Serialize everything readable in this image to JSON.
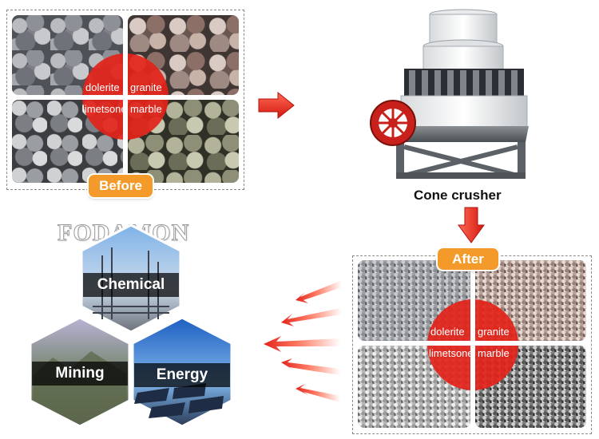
{
  "before": {
    "badge": "Before",
    "labels": {
      "top_left": "dolerite",
      "top_right": "granite",
      "bottom_left": "limetsone",
      "bottom_right": "marble"
    }
  },
  "after": {
    "badge": "After",
    "labels": {
      "top_left": "dolerite",
      "top_right": "granite",
      "bottom_left": "limetsone",
      "bottom_right": "marble"
    }
  },
  "machine": {
    "caption": "Cone crusher"
  },
  "watermark": "FODAMON",
  "applications": {
    "chemical": "Chemical",
    "mining": "Mining",
    "energy": "Energy"
  },
  "colors": {
    "accent_red": "#e2231a",
    "badge_orange": "#f39a2a",
    "arrow_red": "#e8382c"
  }
}
